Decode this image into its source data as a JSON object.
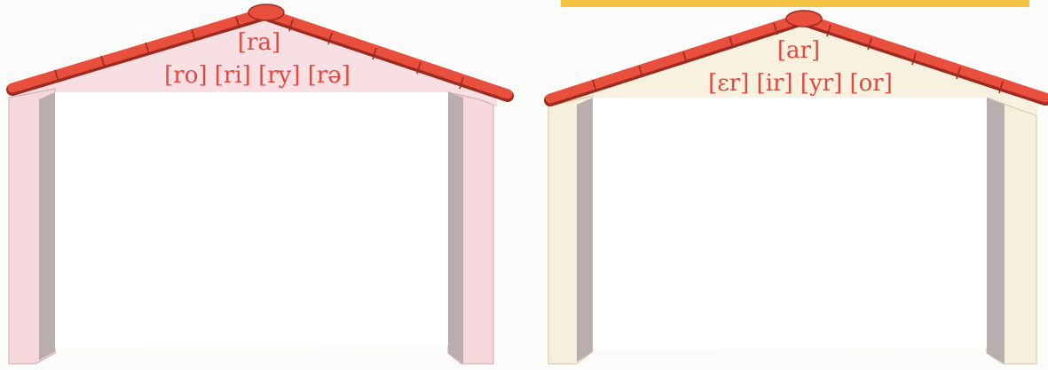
{
  "top_fragment_text": "",
  "colors": {
    "roof_tile": "#e94f3d",
    "roof_tile_edge": "#9c2a1e",
    "label_red": "#e5473b",
    "house_left_fill": "#f7dfe3",
    "house_right_fill": "#f8f1df",
    "pillar_shadow": "#b9adad",
    "highlight_bar": "#f5c342"
  },
  "houses": [
    {
      "id": "left",
      "top_label": "[ra]",
      "bottom_label": "[ro] [ri] [ry] [rə]"
    },
    {
      "id": "right",
      "top_label": "[ar]",
      "bottom_label": "[ɛr] [ir] [yr] [or]"
    }
  ]
}
